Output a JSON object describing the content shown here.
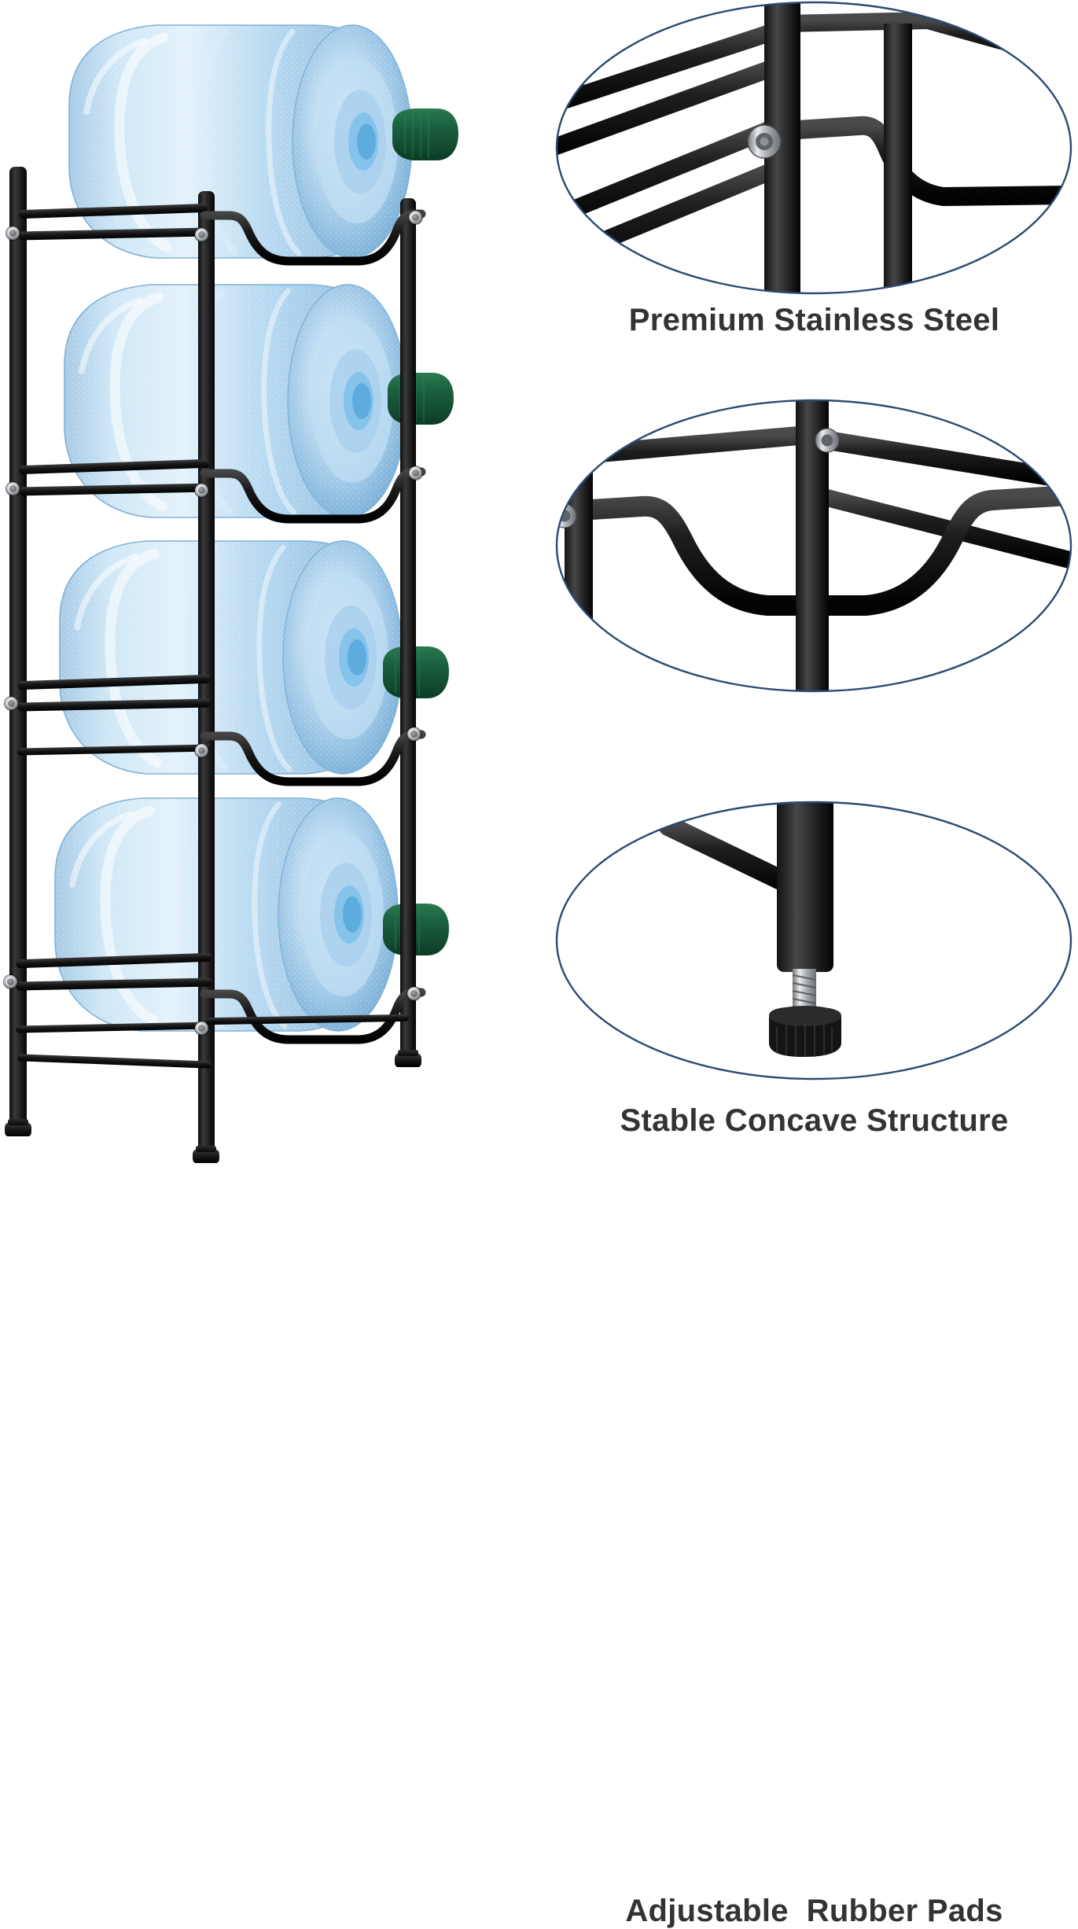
{
  "product": {
    "name": "4-tier water jug storage rack",
    "frame_color": "#141414",
    "bottle_color": "#9cc8e8",
    "cap_color": "#1a5c3a",
    "screw_color": "#c9ccd1",
    "tiers": 4,
    "bottles": [
      {
        "position": "tier-1-top",
        "cap_label": "bottle-cap"
      },
      {
        "position": "tier-2",
        "cap_label": "bottle-cap"
      },
      {
        "position": "tier-3",
        "cap_label": "bottle-cap"
      },
      {
        "position": "tier-4-bottom",
        "cap_label": "bottle-cap"
      }
    ],
    "feet_count": 4
  },
  "features": [
    {
      "id": "premium-stainless-steel",
      "label": "Premium Stainless Steel",
      "detail": "welded-tube-joint-with-screw",
      "outline_color": "#2c4a72"
    },
    {
      "id": "stable-concave-structure",
      "label": "Stable Concave Structure",
      "detail": "concave-cradle-bar",
      "outline_color": "#2c4a72"
    },
    {
      "id": "adjustable-rubber-pads",
      "label": "Adjustable  Rubber Pads",
      "detail": "threaded-leveling-foot-with-rubber-pad",
      "outline_color": "#2c4a72"
    }
  ],
  "colors": {
    "background": "#ffffff",
    "text": "#333333",
    "callout_outline": "#2c4a72",
    "metal_black": "#141414",
    "water_blue": "#9cc8e8",
    "cap_green": "#1a5c3a",
    "chrome": "#c9ccd1"
  }
}
